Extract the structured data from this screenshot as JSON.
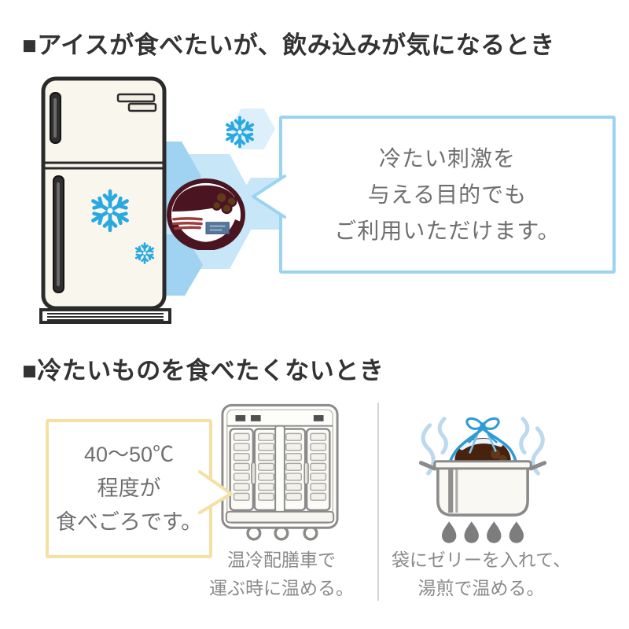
{
  "section1": {
    "heading": "■アイスが食べたいが、飲み込みが気になるとき",
    "bubble": {
      "lines": [
        "冷たい刺激を",
        "与える目的でも",
        "ご利用いただけます。"
      ]
    },
    "icons": {
      "snowflake": "❄",
      "refrigerator": "retro-two-door-refrigerator",
      "jelly_cup": "jelly-cup-product",
      "hexagons": "blue-hexagon-decoration"
    }
  },
  "section2": {
    "heading": "■冷たいものを食べたくないとき",
    "bubble": {
      "lines": [
        "40〜50℃",
        "程度が",
        "食べごろです。"
      ]
    },
    "cart_caption": {
      "lines": [
        "温冷配膳車で",
        "運ぶ時に温める。"
      ]
    },
    "pot_caption": {
      "lines": [
        "袋にゼリーを入れて、",
        "湯煎で温める。"
      ]
    },
    "icons": {
      "food_cart": "hot-cold-meal-delivery-cart",
      "pot": "hot-water-bath-pot",
      "bag": "tied-bag-with-jelly",
      "steam": "steam-wisps",
      "flame": "gas-flames"
    }
  },
  "colors": {
    "heading-text": "#333333",
    "body-text": "#6F6F6F",
    "caption-text": "#8A8A8A",
    "bubble-blue-border": "#9AD4F1",
    "bubble-yellow-border": "#F5E0A3",
    "snowflake-blue": "#2AA9E0",
    "hex-light": "#C7E6F8",
    "hex-medium": "#9FD3F1",
    "hex-pale": "#DCEFFB",
    "divider": "#D6D6D6",
    "fridge-fill": "#F9F6EE",
    "outline-dark": "#2B2B2B",
    "cup-maroon": "#4A1420",
    "bag-blue": "#2E9BD6",
    "cart-gray": "#8A8A8A"
  }
}
